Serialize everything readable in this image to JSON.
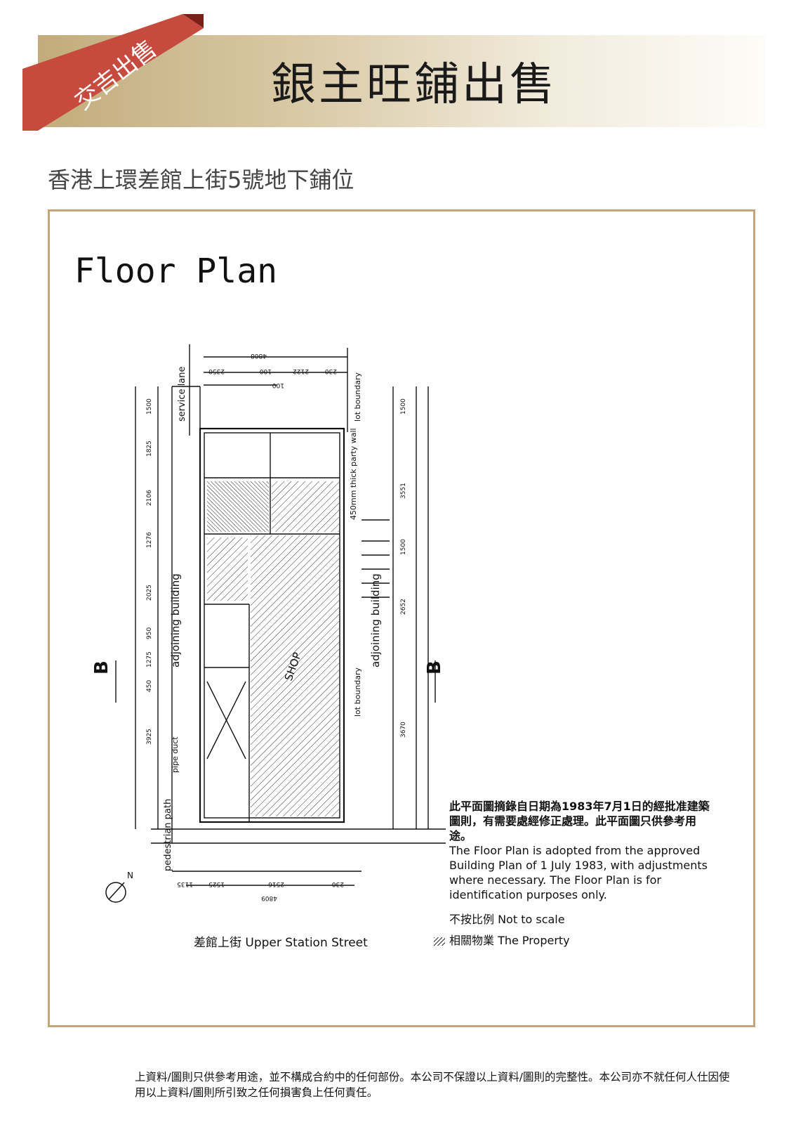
{
  "header": {
    "ribbon_label": "交吉出售",
    "title": "銀主旺鋪出售",
    "colors": {
      "ribbon": "#c64a3e",
      "ribbon_dark": "#7a2019",
      "gold_start": "#c2ac7c",
      "frame": "#c7a77a"
    }
  },
  "address": "香港上環差館上街5號地下鋪位",
  "floor_plan": {
    "heading": "Floor Plan",
    "note_zh": "此平面圖摘錄自日期為1983年7月1日的經批准建築圖則，有需要處經修正處理。此平面圖只供參考用途。",
    "note_en": "The Floor Plan is adopted from the approved Building Plan of 1 July 1983, with adjustments where necessary. The Floor Plan is for identification purposes only.",
    "not_to_scale": "不按比例 Not to scale",
    "property_legend": "相關物業 The Property",
    "street_label": "差館上街 Upper Station Street",
    "plan_labels": {
      "service_lane": "service lane",
      "adjoining_left": "adjoining building",
      "adjoining_right": "adjoining building",
      "pedestrian_path": "pedestrian path",
      "shop": "SHOP",
      "party_wall": "450mm thick party wall",
      "lot_boundary_top": "lot boundary",
      "lot_boundary_right": "lot boundary",
      "pipe_duct": "pipe duct",
      "section_left": "B",
      "section_right": "B",
      "north": "N"
    },
    "dims_top": [
      "4808",
      "2350",
      "100",
      "2122",
      "230",
      "100"
    ],
    "dims_left": [
      "1500",
      "1825",
      "2106",
      "1276",
      "2025",
      "950",
      "1275",
      "450",
      "3925"
    ],
    "dims_right": [
      "1500",
      "3551",
      "1500",
      "2652",
      "3670"
    ],
    "dims_bottom": [
      "1135",
      "1525",
      "2516",
      "230",
      "4809"
    ]
  },
  "footer": {
    "disclaimer": "上資料/圖則只供參考用途，並不構成合約中的任何部份。本公司不保證以上資料/圖則的完整性。本公司亦不就任何人仕因使用以上資料/圖則所引致之任何損害負上任何責任。"
  }
}
